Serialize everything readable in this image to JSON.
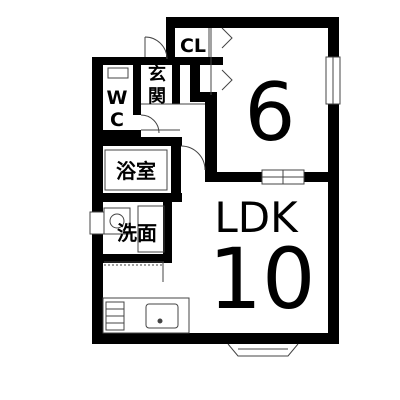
{
  "rooms": {
    "closet": "CL",
    "bedroom_size": "6",
    "entrance_char_1": "玄",
    "entrance_char_2": "関",
    "toilet_char_1": "W",
    "toilet_char_2": "C",
    "bathroom": "浴室",
    "washroom": "洗面",
    "ldk_label": "LDK",
    "ldk_size": "10"
  },
  "colors": {
    "wall": "#000000",
    "background": "#ffffff",
    "line": "#444444"
  }
}
